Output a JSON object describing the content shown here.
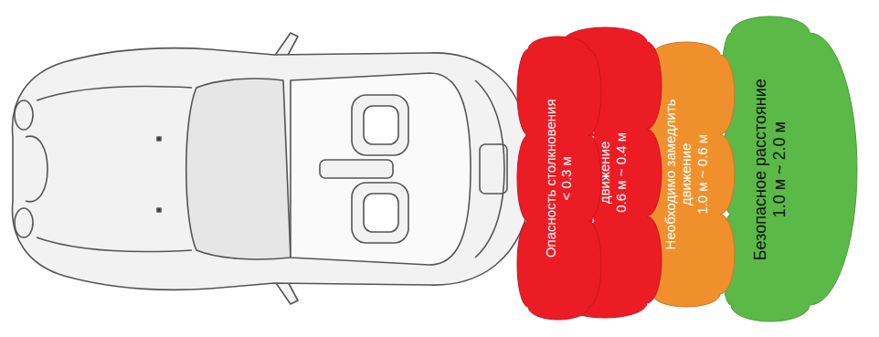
{
  "diagram": {
    "nodes": [
      {
        "text": [
          "Опасность столкновения",
          "< 0.3 м"
        ]
      },
      {
        "text": [
          "Необходимо остановить движение",
          "0.6 м ~ 0.4 м"
        ]
      },
      {
        "text": [
          "Необходимо замедлить движение",
          "1.0 м ~ 0.6 м"
        ]
      },
      {
        "text": [
          "Безопасное расстояние",
          "1.0 м ~ 2.0 м"
        ]
      }
    ]
  }
}
